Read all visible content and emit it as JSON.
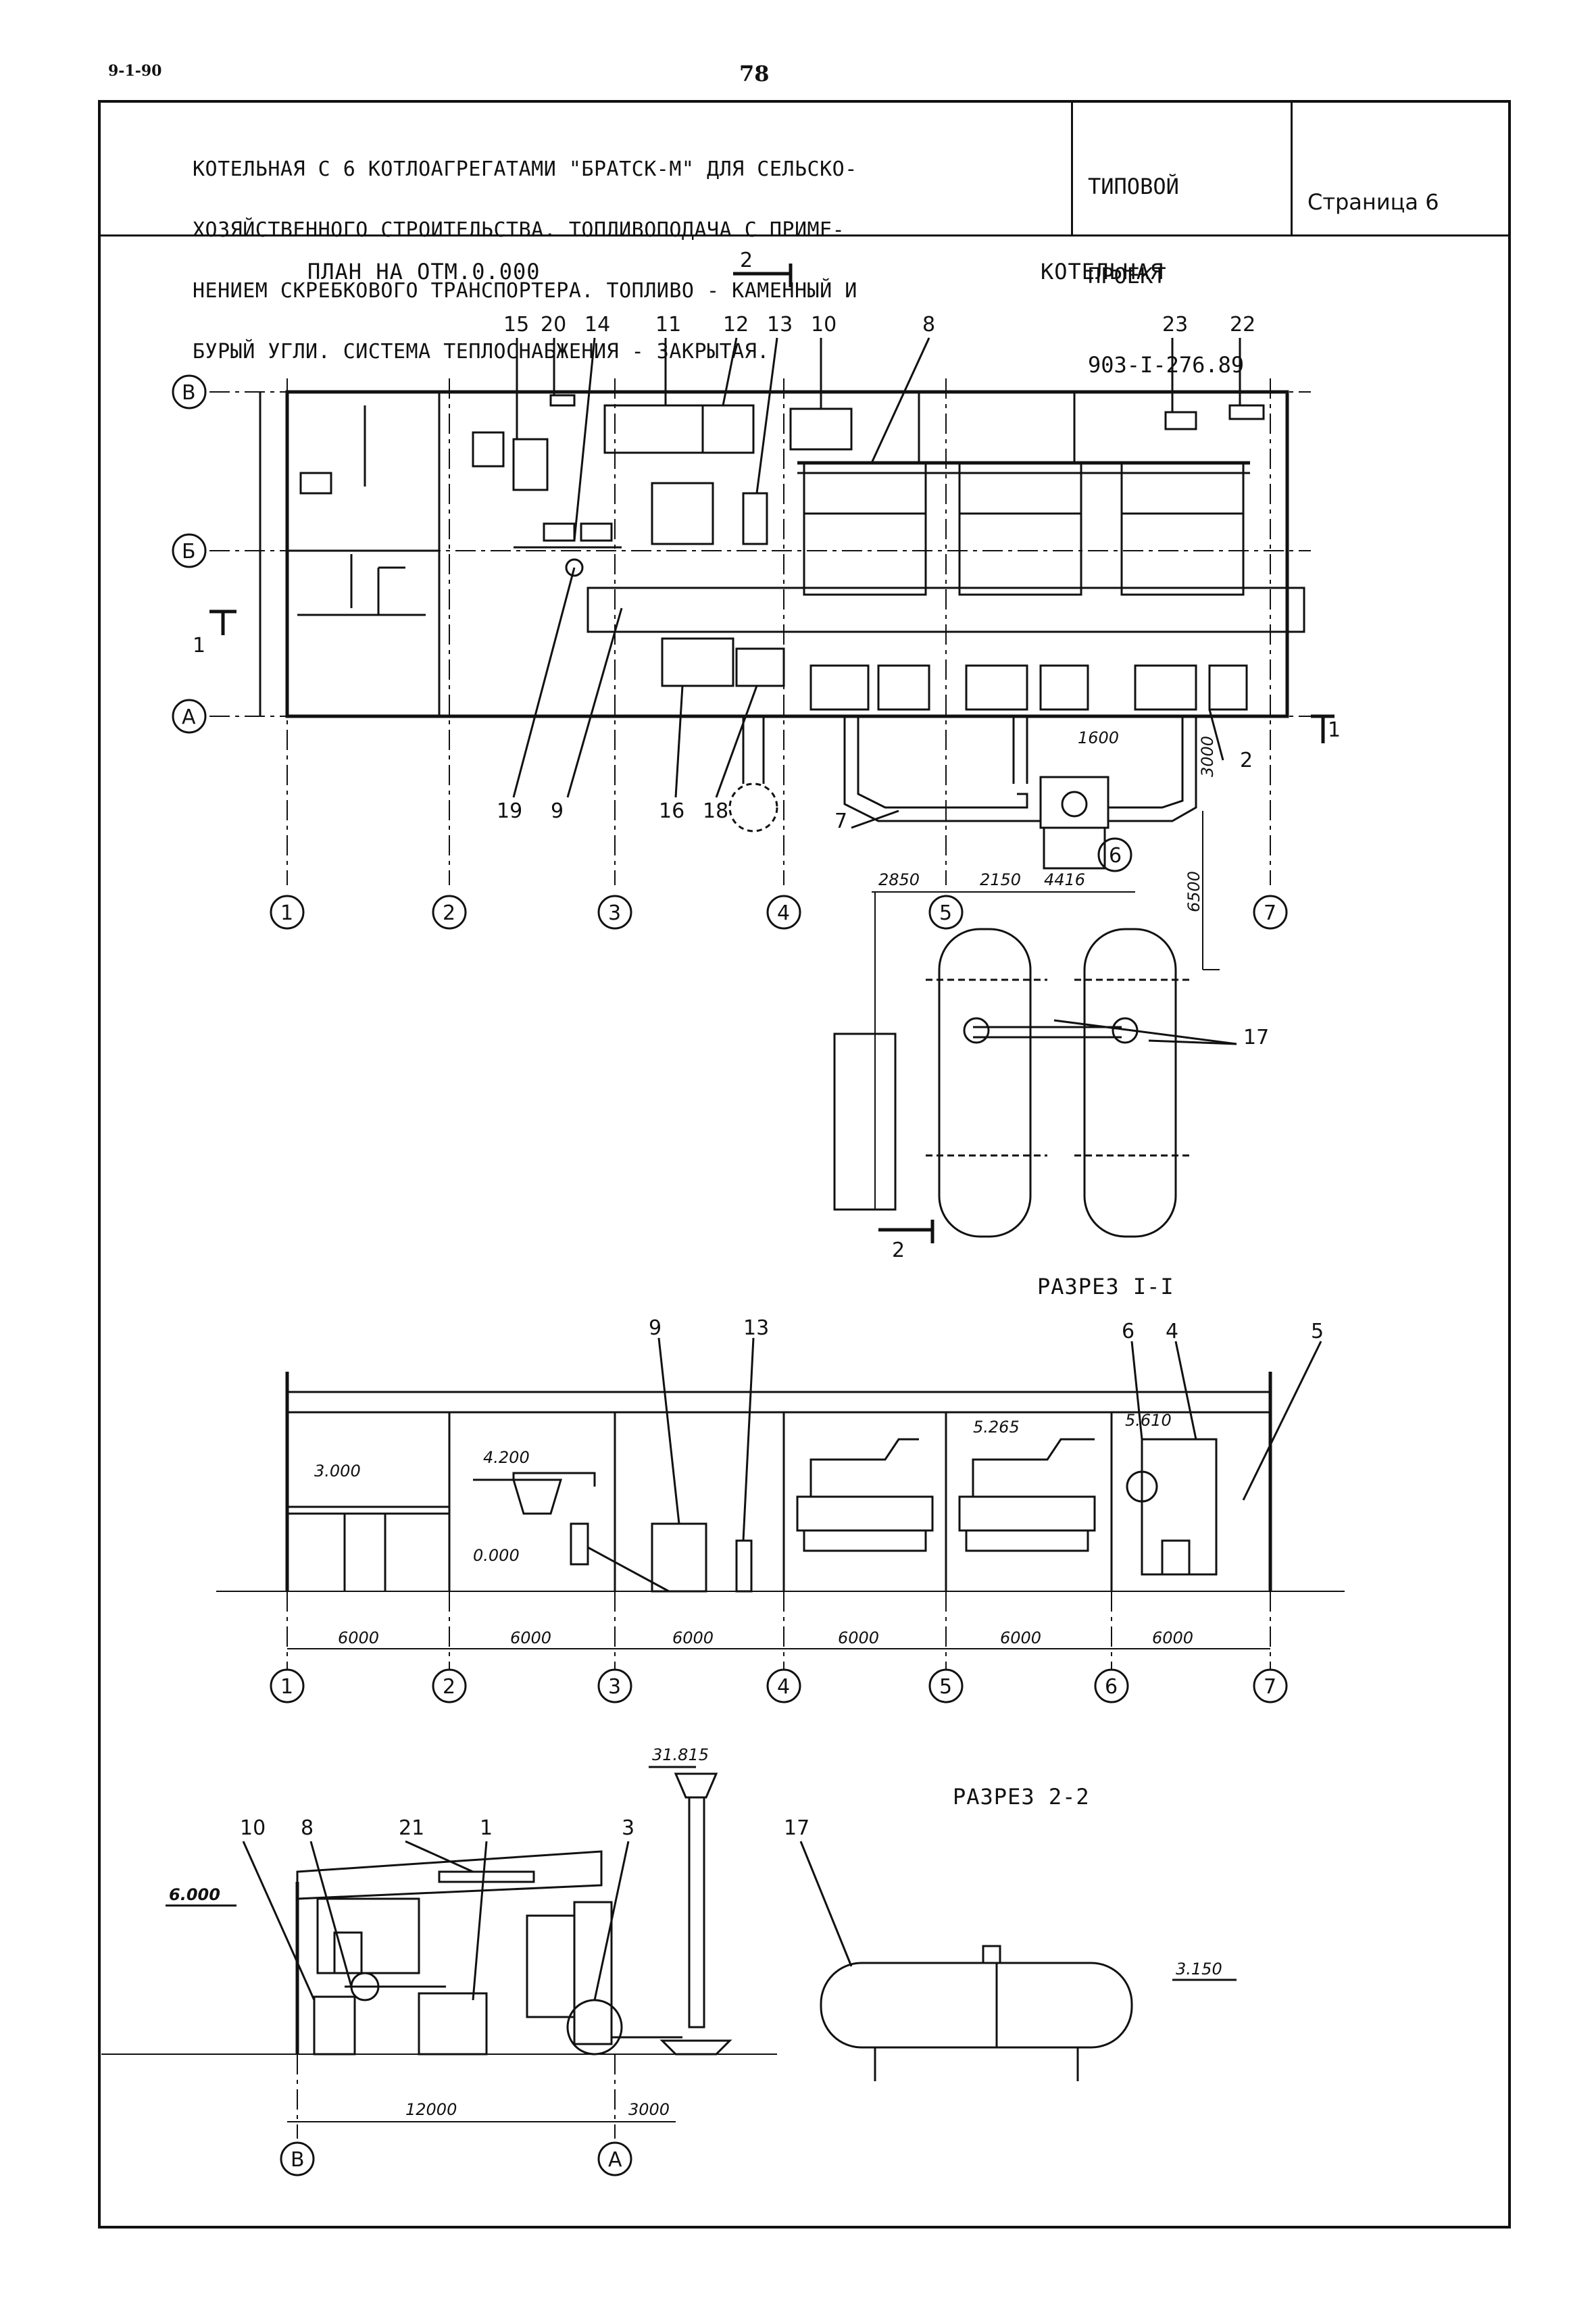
{
  "header": {
    "corner_code": "9-1-90",
    "page_number": "78"
  },
  "title_block": {
    "description_lines": [
      "КОТЕЛЬНАЯ С 6 КОТЛОАГРЕГАТАМИ \"БРАТСК-М\" ДЛЯ СЕЛЬСКО-",
      "ХОЗЯЙСТВЕННОГО СТРОИТЕЛЬСТВА. ТОПЛИВОПОДАЧА С ПРИМЕ-",
      "НЕНИЕМ СКРЕБКОВОГО ТРАНСПОРТЕРА. ТОПЛИВО - КАМЕННЫЙ И",
      "БУРЫЙ УГЛИ. СИСТЕМА ТЕПЛОСНАБЖЕНИЯ - ЗАКРЫТАЯ."
    ],
    "project_lines": [
      "ТИПОВОЙ",
      "ПРОЕКТ",
      "903-I-276.89"
    ],
    "page_label": "Страница  6"
  },
  "plan": {
    "title": "ПЛАН НА ОТМ.0.000",
    "building_label": "КОТЕЛЬНАЯ",
    "section_mark_top": "2",
    "section_mark_bottom": "2",
    "section_mark_left": "1",
    "section_mark_right": "1",
    "row_axes": [
      "В",
      "Б",
      "А"
    ],
    "col_axes": [
      "1",
      "2",
      "3",
      "4",
      "5",
      "6",
      "7"
    ],
    "leaders_top": [
      "15",
      "20",
      "14",
      "11",
      "12",
      "13",
      "10",
      "8",
      "23",
      "22"
    ],
    "leaders_bottom": [
      "19",
      "9",
      "16",
      "18",
      "7"
    ],
    "label_2": "2",
    "label_6": "6",
    "label_17": "17",
    "dims": [
      "1600",
      "3000",
      "2850",
      "2150",
      "4416",
      "6500"
    ]
  },
  "section_1": {
    "title": "РАЗРЕЗ I-I",
    "labels": [
      "9",
      "13",
      "6",
      "4",
      "5"
    ],
    "levels": [
      "3.000",
      "4.200",
      "0.000",
      "5.265",
      "5.610"
    ],
    "spans": [
      "6000",
      "6000",
      "6000",
      "6000",
      "6000",
      "6000"
    ],
    "axes": [
      "1",
      "2",
      "3",
      "4",
      "5",
      "6",
      "7"
    ]
  },
  "section_2": {
    "title": "РАЗРЕЗ 2-2",
    "labels": [
      "10",
      "8",
      "21",
      "1",
      "3",
      "17"
    ],
    "levels": [
      "6.000",
      "31.815",
      "3.150"
    ],
    "spans": [
      "12000",
      "3000"
    ],
    "axes": [
      "В",
      "А"
    ]
  }
}
